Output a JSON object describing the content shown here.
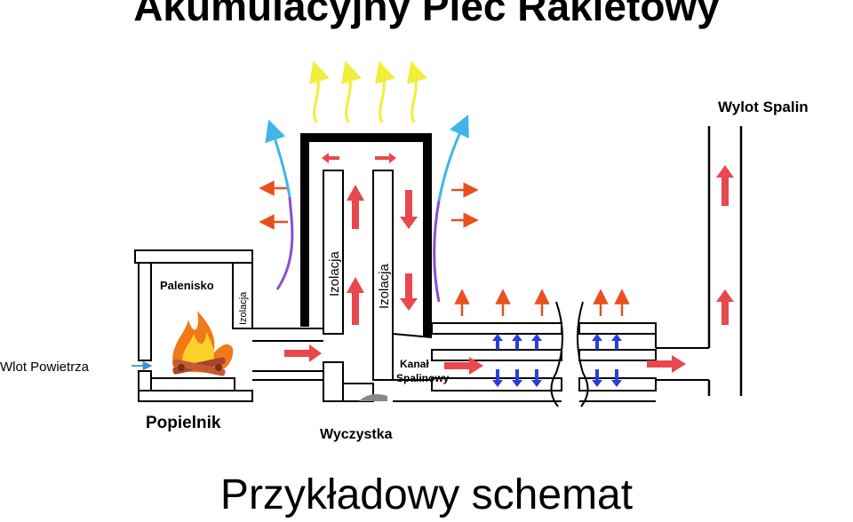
{
  "title": "Akumulacyjny Piec Rakietowy",
  "subtitle": "Przykładowy schemat",
  "labels": {
    "palenisko": "Palenisko",
    "izolacja_small": "Izolacja",
    "izolacja_left": "Izolacja",
    "izolacja_right": "Izolacja",
    "wlot_powietrza": "Wlot Powietrza",
    "popielnik": "Popielnik",
    "wyczystka": "Wyczystka",
    "kanal_line1": "Kanał",
    "kanal_line2": "Spalinowy",
    "wylot_spalin": "Wylot Spalin"
  },
  "colors": {
    "flow_red": "#e8484e",
    "heat_orange": "#e8501e",
    "hot_air_yellow": "#f2ee3c",
    "cool_air_blue": "#3fb6e8",
    "cool_air_purple": "#8a4fd0",
    "circulation_blue": "#2a3fd6",
    "structure": "#000000"
  }
}
